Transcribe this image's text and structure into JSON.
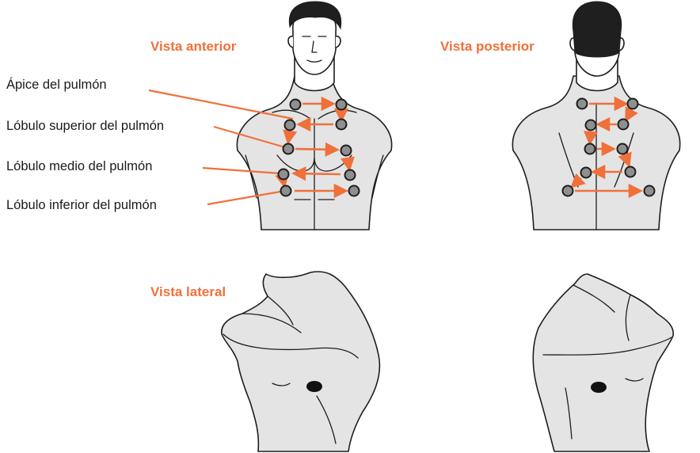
{
  "views": {
    "anterior": "Vista anterior",
    "posterior": "Vista posterior",
    "lateral": "Vista lateral"
  },
  "labels": [
    "Ápice del pulmón",
    "Lóbulo superior del pulmón",
    "Lóbulo medio del pulmón",
    "Lóbulo inferior del pulmón"
  ],
  "colors": {
    "accent": "#f0703a",
    "body": "#e4e4e4",
    "point": "#8f8f8f",
    "outline": "#1e1e1e"
  }
}
